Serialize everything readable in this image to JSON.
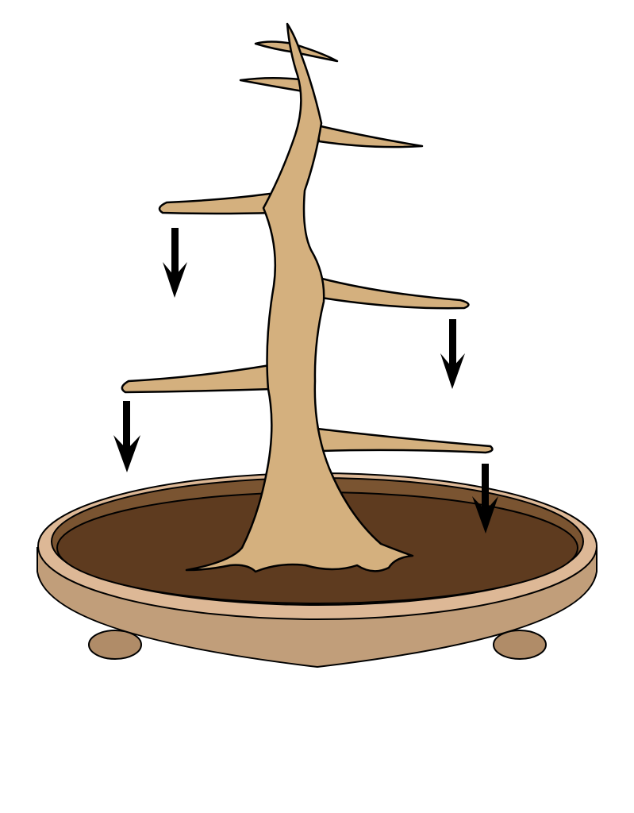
{
  "colors": {
    "background": "#ffffff",
    "trunk": "#D4B07E",
    "soil": "#5E3B1F",
    "pot_body": "#C19E7A",
    "pot_rim": "#DDB896",
    "pot_inner": "#7A5431",
    "outline": "#000000",
    "arrow": "#000000"
  },
  "icons": [
    "bonsai-tree",
    "down-arrow"
  ],
  "arrows": {
    "direction": "down",
    "count": 4
  }
}
